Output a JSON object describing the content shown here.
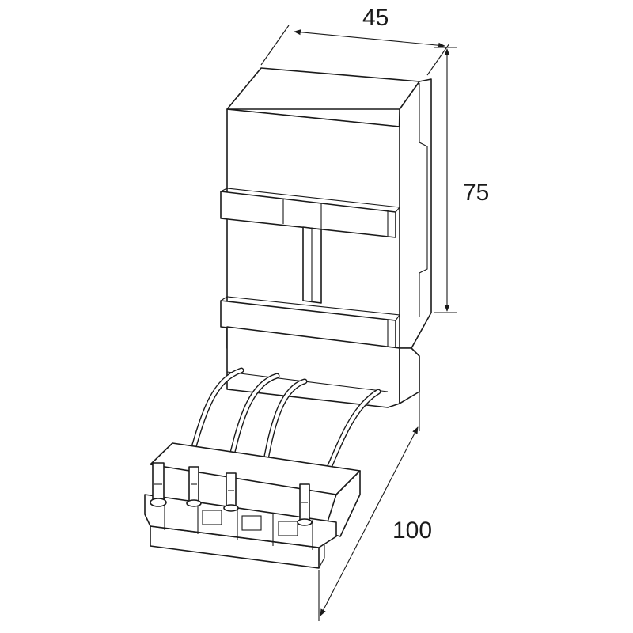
{
  "dimensions": {
    "width": "45",
    "height": "75",
    "depth": "100"
  }
}
